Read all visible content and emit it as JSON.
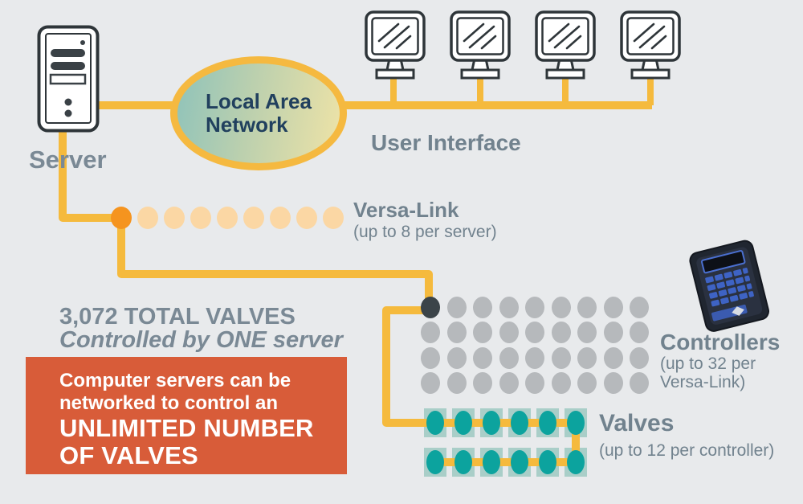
{
  "colors": {
    "background": "#E8EAEC",
    "connector_yellow": "#F5BA3D",
    "versa_dot_active": "#F5941F",
    "versa_dot": "#FBD7A4",
    "controller_dot_active": "#3B4449",
    "controller_dot": "#B6B9BC",
    "valve_square": "#A9CEC8",
    "valve_dot": "#0CA39E",
    "callout_bg": "#D85C39",
    "label_gray": "#71828E",
    "lan_navy": "#21405E"
  },
  "diagram": {
    "server": {
      "label": "Server"
    },
    "lan": {
      "label_line1": "Local Area",
      "label_line2": "Network"
    },
    "user_interface": {
      "label": "User Interface",
      "monitor_count": 4
    },
    "versa_link": {
      "label": "Versa-Link",
      "sublabel": "(up to 8 per server)",
      "dot_count": 9,
      "active_index": 0
    },
    "controllers": {
      "label": "Controllers",
      "sublabel_line1": "(up to 32 per",
      "sublabel_line2": "Versa-Link)",
      "rows": 4,
      "cols": 9,
      "active_index": 0
    },
    "valves": {
      "label": "Valves",
      "sublabel": "(up to 12 per controller)",
      "rows": 2,
      "cols": 6
    }
  },
  "summary": {
    "headline": "3,072 TOTAL VALVES",
    "subheadline": "Controlled by ONE server"
  },
  "callout": {
    "line1": "Computer servers can be",
    "line2": "networked to control an",
    "line3": "UNLIMITED NUMBER",
    "line4": "OF VALVES"
  }
}
